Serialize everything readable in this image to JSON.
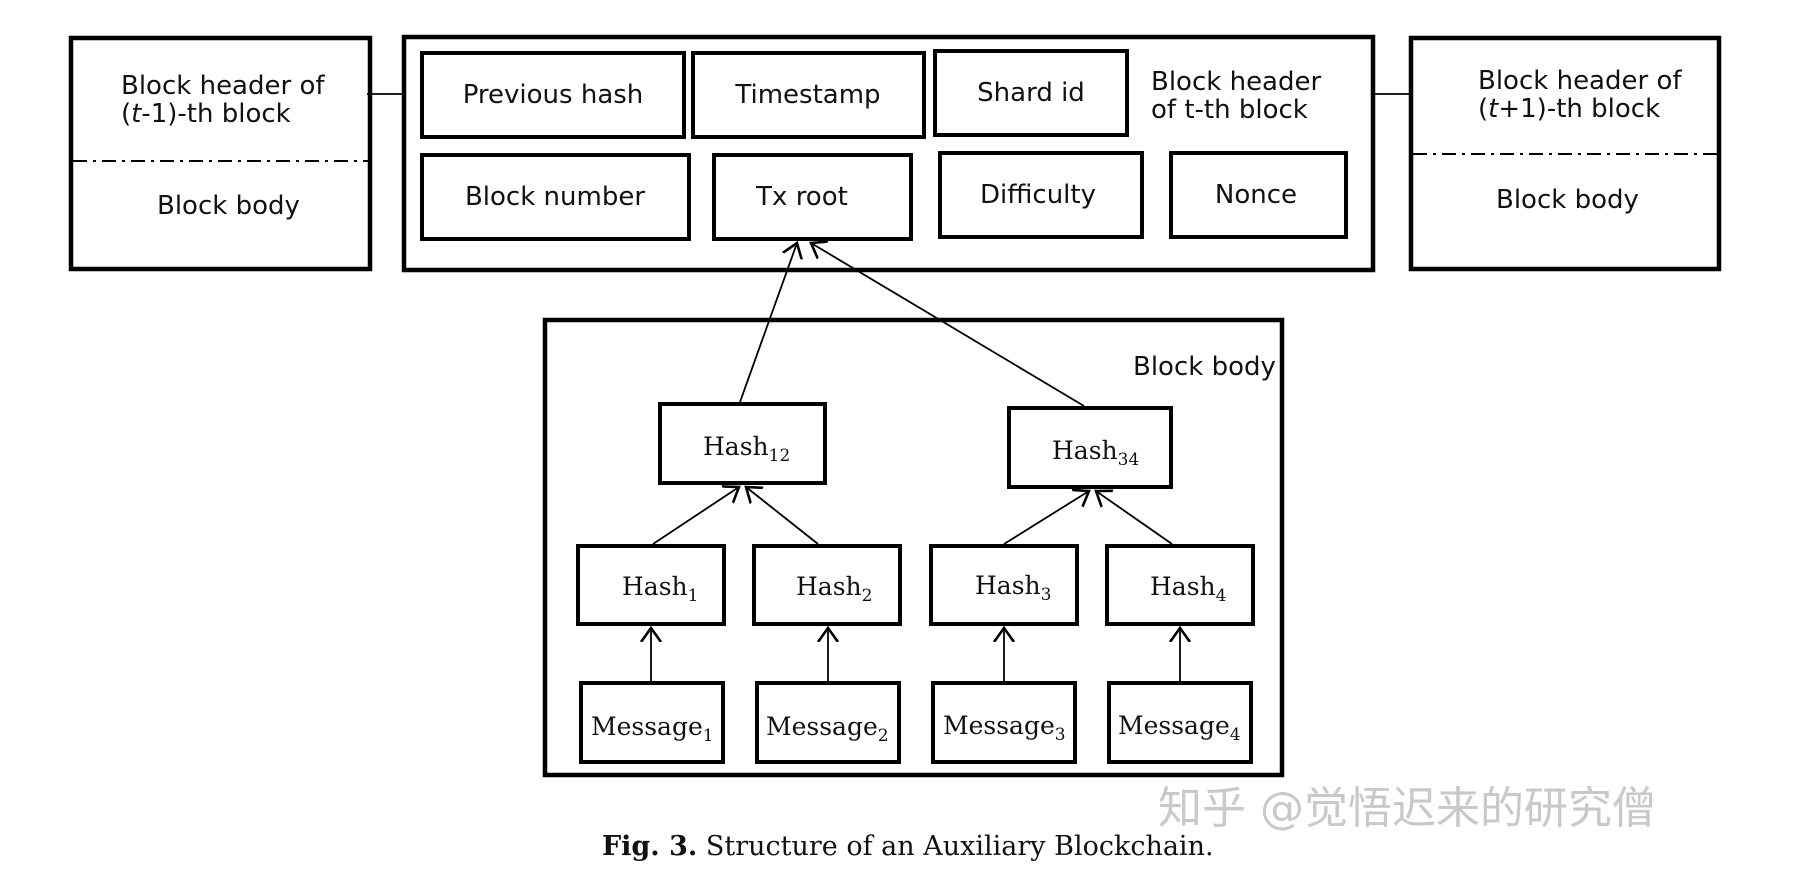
{
  "prev_block": {
    "header_line1": "Block header of",
    "header_line2_pre": "(",
    "header_line2_var": "t",
    "header_line2_post": "-1)-th block",
    "body": "Block body"
  },
  "current_block": {
    "fields": {
      "previous_hash": "Previous hash",
      "timestamp": "Timestamp",
      "shard_id": "Shard id",
      "block_number": "Block number",
      "tx_root": "Tx root",
      "difficulty": "Difficulty",
      "nonce": "Nonce"
    },
    "header_line1": "Block header",
    "header_line2": "of t-th block"
  },
  "next_block": {
    "header_line1": "Block header of",
    "header_line2_pre": "(",
    "header_line2_var": "t",
    "header_line2_post": "+1)-th block",
    "body": "Block body"
  },
  "merkle": {
    "body_label": "Block body",
    "hash_base": "Hash",
    "message_base": "Message",
    "hash12_sub": "12",
    "hash34_sub": "34",
    "subs": [
      "1",
      "2",
      "3",
      "4"
    ]
  },
  "caption": {
    "label": "Fig. 3.",
    "text": " Structure of an Auxiliary Blockchain."
  },
  "watermark": "知乎 @觉悟迟来的研究僧"
}
